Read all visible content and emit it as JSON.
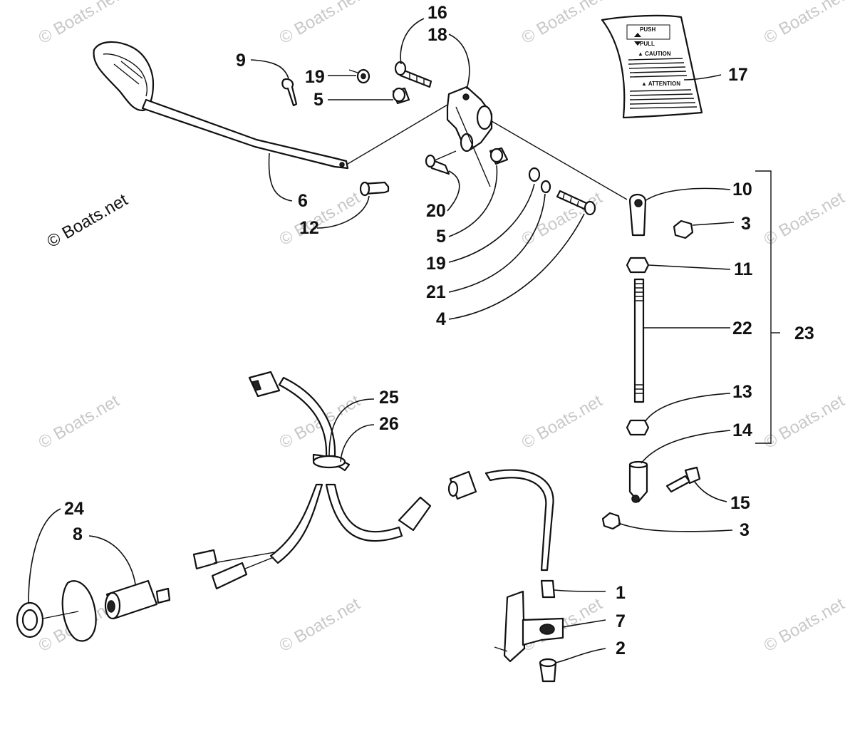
{
  "diagram": {
    "watermark_text": "© Boats.net",
    "credit_text": "© Boats.net",
    "decal": {
      "push": "PUSH",
      "pull": "PULL",
      "caution": "▲ CAUTION",
      "attention": "▲ ATTENTION"
    },
    "callouts": [
      {
        "id": "c1",
        "label": "1"
      },
      {
        "id": "c2",
        "label": "2"
      },
      {
        "id": "c3a",
        "label": "3"
      },
      {
        "id": "c3b",
        "label": "3"
      },
      {
        "id": "c4",
        "label": "4"
      },
      {
        "id": "c5a",
        "label": "5"
      },
      {
        "id": "c5b",
        "label": "5"
      },
      {
        "id": "c6",
        "label": "6"
      },
      {
        "id": "c7",
        "label": "7"
      },
      {
        "id": "c8",
        "label": "8"
      },
      {
        "id": "c9",
        "label": "9"
      },
      {
        "id": "c10",
        "label": "10"
      },
      {
        "id": "c11",
        "label": "11"
      },
      {
        "id": "c12",
        "label": "12"
      },
      {
        "id": "c13",
        "label": "13"
      },
      {
        "id": "c14",
        "label": "14"
      },
      {
        "id": "c15",
        "label": "15"
      },
      {
        "id": "c16",
        "label": "16"
      },
      {
        "id": "c17",
        "label": "17"
      },
      {
        "id": "c18",
        "label": "18"
      },
      {
        "id": "c19a",
        "label": "19"
      },
      {
        "id": "c19b",
        "label": "19"
      },
      {
        "id": "c20",
        "label": "20"
      },
      {
        "id": "c21",
        "label": "21"
      },
      {
        "id": "c22",
        "label": "22"
      },
      {
        "id": "c23",
        "label": "23"
      },
      {
        "id": "c24",
        "label": "24"
      },
      {
        "id": "c25",
        "label": "25"
      },
      {
        "id": "c26",
        "label": "26"
      }
    ]
  }
}
